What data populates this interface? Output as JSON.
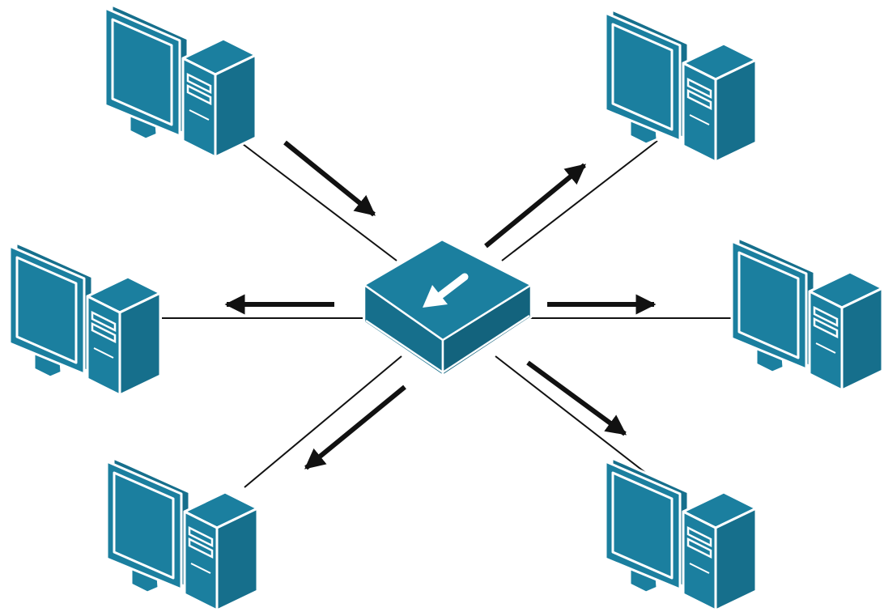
{
  "diagram": {
    "type": "network-topology",
    "center_node": {
      "icon": "network-hub-icon",
      "arrow_icon": "arrow-down-left-icon"
    },
    "nodes": [
      {
        "id": "computer-top-left",
        "icon": "desktop-computer-icon",
        "flow": "to-hub"
      },
      {
        "id": "computer-top-right",
        "icon": "desktop-computer-icon",
        "flow": "from-hub"
      },
      {
        "id": "computer-left",
        "icon": "desktop-computer-icon",
        "flow": "from-hub"
      },
      {
        "id": "computer-right",
        "icon": "desktop-computer-icon",
        "flow": "from-hub"
      },
      {
        "id": "computer-bottom-left",
        "icon": "desktop-computer-icon",
        "flow": "from-hub"
      },
      {
        "id": "computer-bottom-right",
        "icon": "desktop-computer-icon",
        "flow": "from-hub"
      }
    ]
  },
  "colors": {
    "device_fill": "#1b7f9f",
    "device_outline": "#ffffff",
    "device_edge": "#0f5d76",
    "connector_line": "#111111",
    "flow_arrow": "#111111"
  }
}
